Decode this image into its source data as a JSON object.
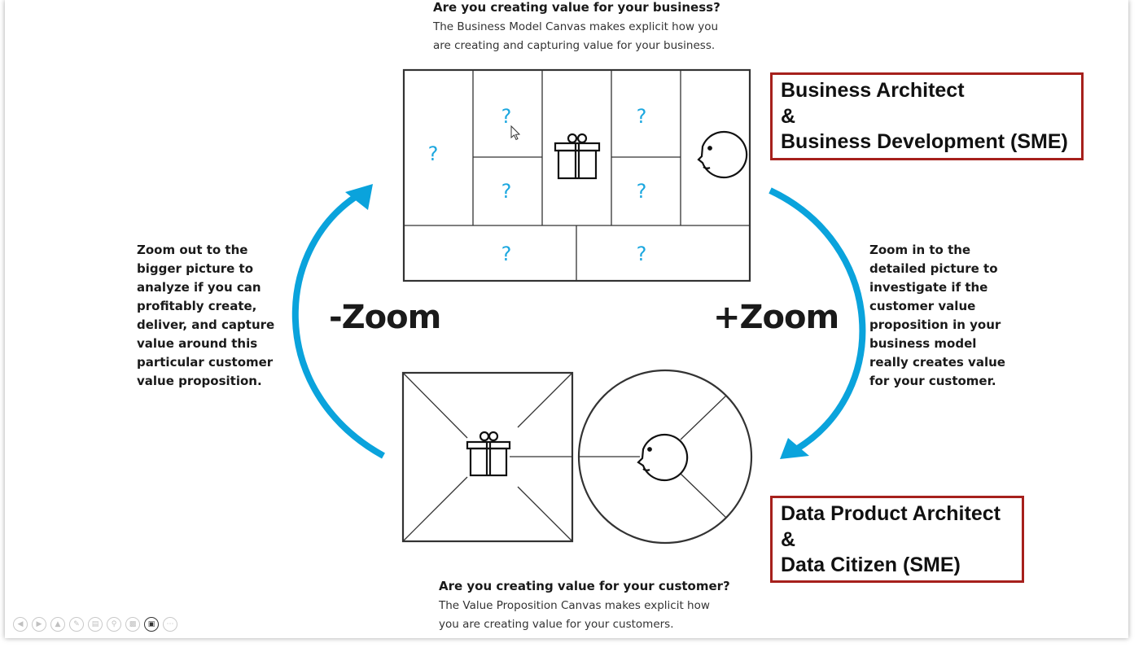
{
  "bmc": {
    "title": "Are you creating value for your business?",
    "description": "The Business Model Canvas makes explicit how you are creating and capturing value for your business.",
    "description_lines": [
      "The Business Model Canvas makes explicit how you",
      "are creating and capturing value for your business."
    ],
    "placeholder": "?"
  },
  "vpc": {
    "title": "Are you creating value for your customer?",
    "description_lines": [
      "The Value Proposition Canvas makes explicit how",
      "you are creating value for your customers."
    ]
  },
  "zoom_out": {
    "label": "-Zoom",
    "text": "Zoom out to the\nbigger picture to\nanalyze if you can\nprofitably create,\ndeliver, and capture\nvalue around this\nparticular customer\nvalue proposition."
  },
  "zoom_in": {
    "label": "+Zoom",
    "text": "Zoom in to the\ndetailed picture to\ninvestigate if the\ncustomer value\nproposition in your\nbusiness model\nreally creates value\nfor your customer."
  },
  "roles": {
    "business": [
      "Business Architect",
      "&",
      "Business Development (SME)"
    ],
    "data": [
      "Data Product Architect",
      "&",
      "Data Citizen (SME)"
    ]
  },
  "colors": {
    "arrow": "#0aa3dc",
    "question": "#1ba7df",
    "role_border": "#a6201c"
  },
  "toolbar_icons": [
    "prev-icon",
    "next-icon",
    "home-icon",
    "pen-icon",
    "copy-icon",
    "zoom-icon",
    "subtitle-icon",
    "camera-icon",
    "more-icon"
  ]
}
